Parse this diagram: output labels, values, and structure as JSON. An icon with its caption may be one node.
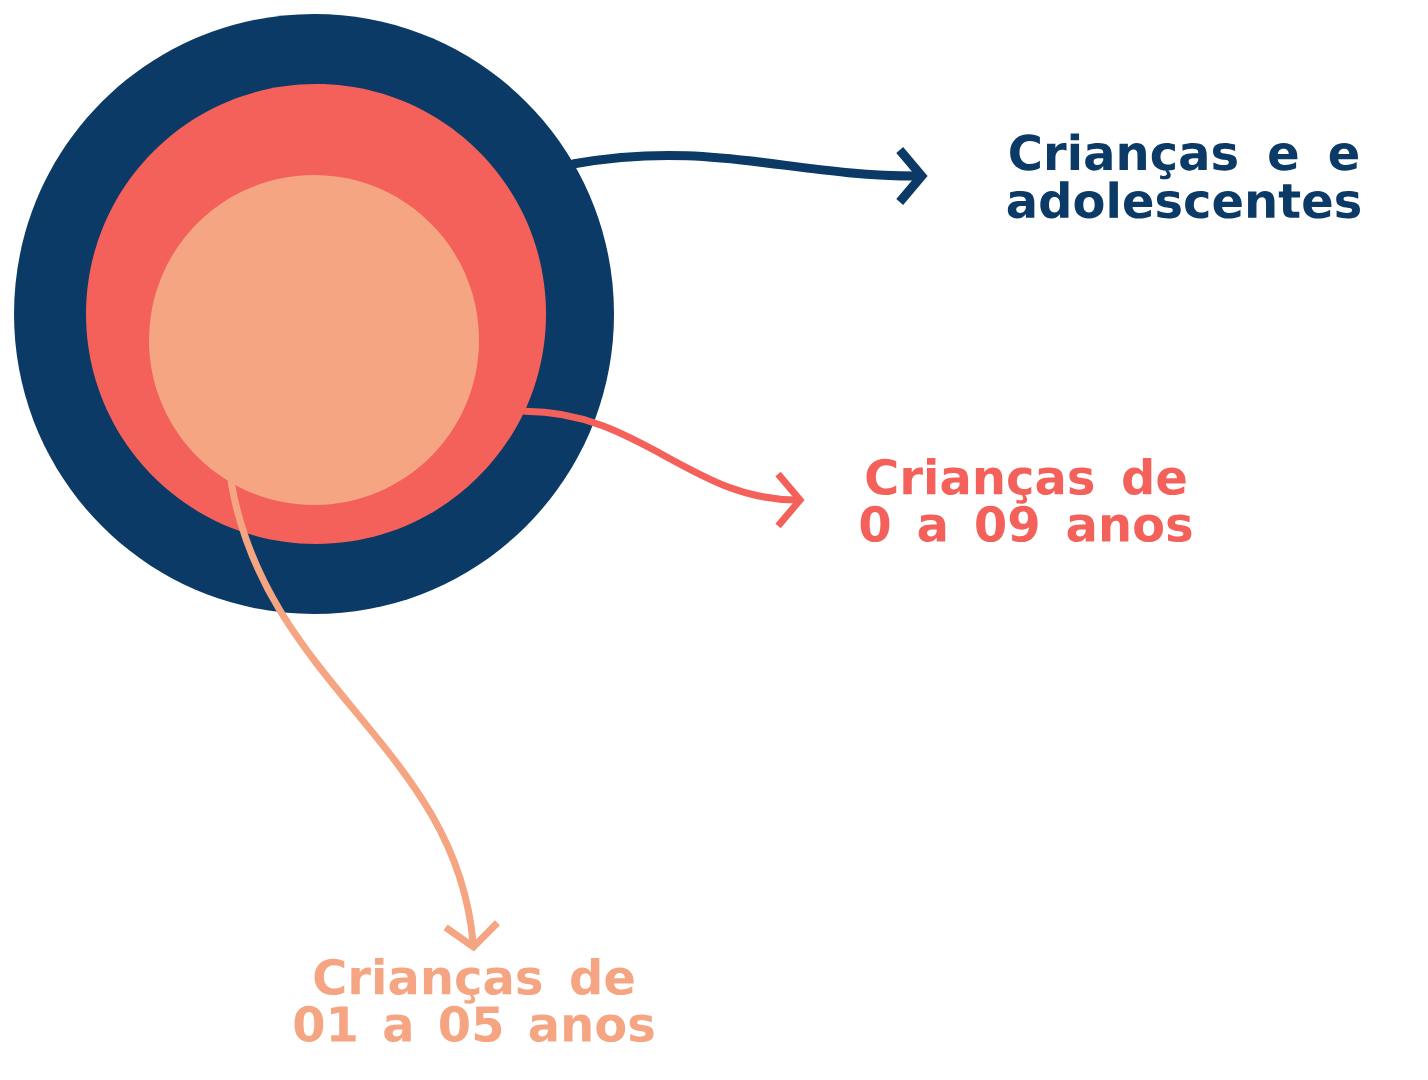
{
  "diagram": {
    "nodes": [
      {
        "text": [],
        "shape": "circle"
      },
      {
        "text": [],
        "shape": "circle",
        "in": 0
      },
      {
        "text": [],
        "shape": "circle",
        "in": 1
      },
      {
        "text": [
          "Crianças e e adolescentes"
        ]
      },
      {
        "text": [
          "Crianças de 0 a 09 anos"
        ]
      },
      {
        "text": [
          "Crianças de 01 a 05 anos"
        ]
      }
    ],
    "edges": [
      {
        "from": 0,
        "to": 3,
        "arrow": "to",
        "color": "#0b3a66"
      },
      {
        "from": 1,
        "to": 4,
        "arrow": "to",
        "color": "#f4615a"
      },
      {
        "from": 2,
        "to": 5,
        "arrow": "to",
        "color": "#f5a582"
      }
    ]
  }
}
